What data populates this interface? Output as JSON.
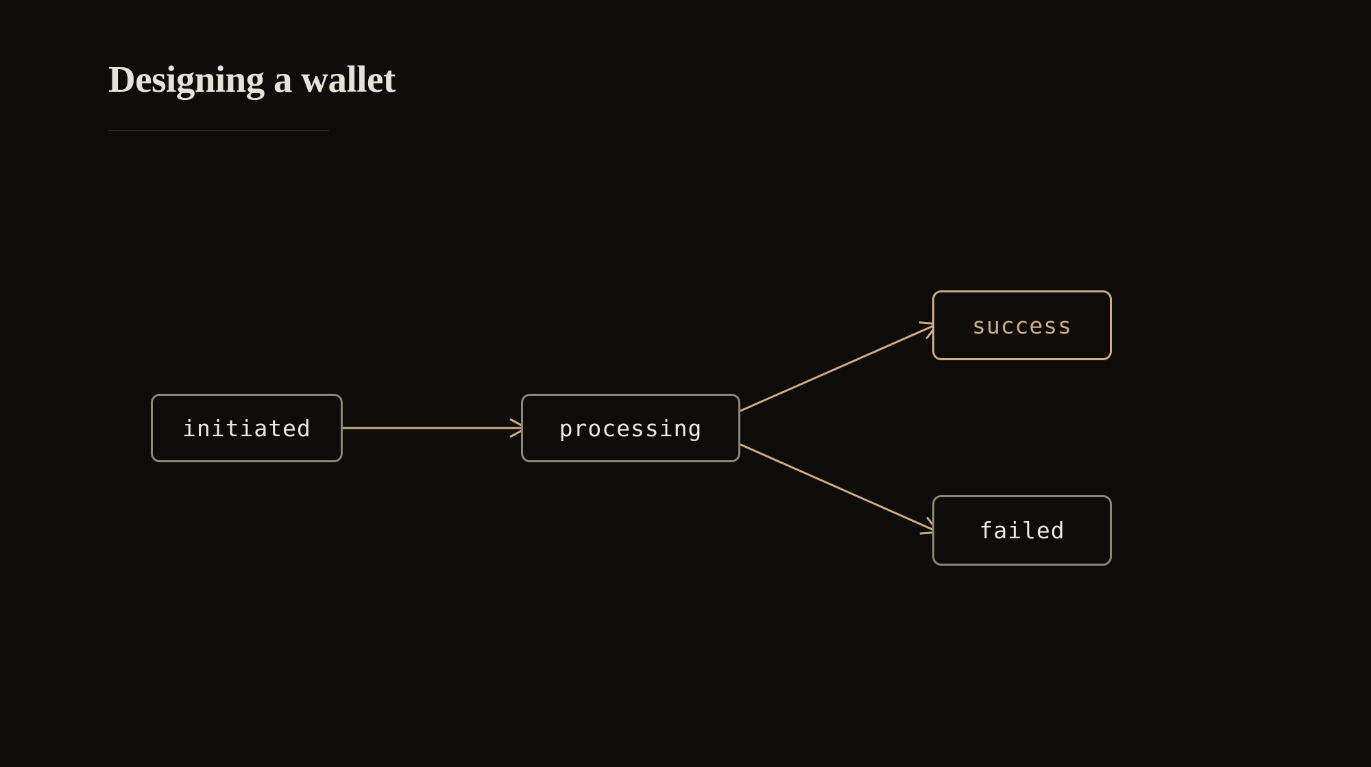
{
  "page": {
    "title": "Designing a wallet"
  },
  "diagram": {
    "nodes": [
      {
        "id": "initiated",
        "label": "initiated",
        "highlighted": false
      },
      {
        "id": "processing",
        "label": "processing",
        "highlighted": false
      },
      {
        "id": "success",
        "label": "success",
        "highlighted": true
      },
      {
        "id": "failed",
        "label": "failed",
        "highlighted": false
      }
    ],
    "edges": [
      {
        "from": "initiated",
        "to": "processing"
      },
      {
        "from": "processing",
        "to": "success"
      },
      {
        "from": "processing",
        "to": "failed"
      }
    ]
  },
  "colors": {
    "background": "#0d0c0a",
    "title_text": "#e8e3d9",
    "node_border": "#8c8779",
    "node_text": "#ebe8e1",
    "accent": "#d1ac83",
    "divider": "#2b2a28"
  }
}
